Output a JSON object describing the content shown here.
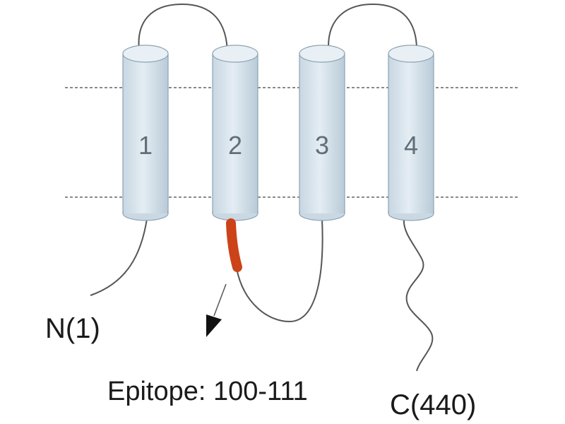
{
  "diagram": {
    "helices": [
      {
        "label": "1"
      },
      {
        "label": "2"
      },
      {
        "label": "3"
      },
      {
        "label": "4"
      }
    ],
    "n_terminus_label": "N(1)",
    "c_terminus_label": "C(440)",
    "epitope_label": "Epitope: 100-111",
    "colors": {
      "helix_fill": "#d6e3ec",
      "helix_top": "#e6eef4",
      "helix_stroke": "#8ea3b2",
      "epitope": "#cc4319",
      "line": "#555555",
      "membrane_dash": "#444444"
    }
  }
}
